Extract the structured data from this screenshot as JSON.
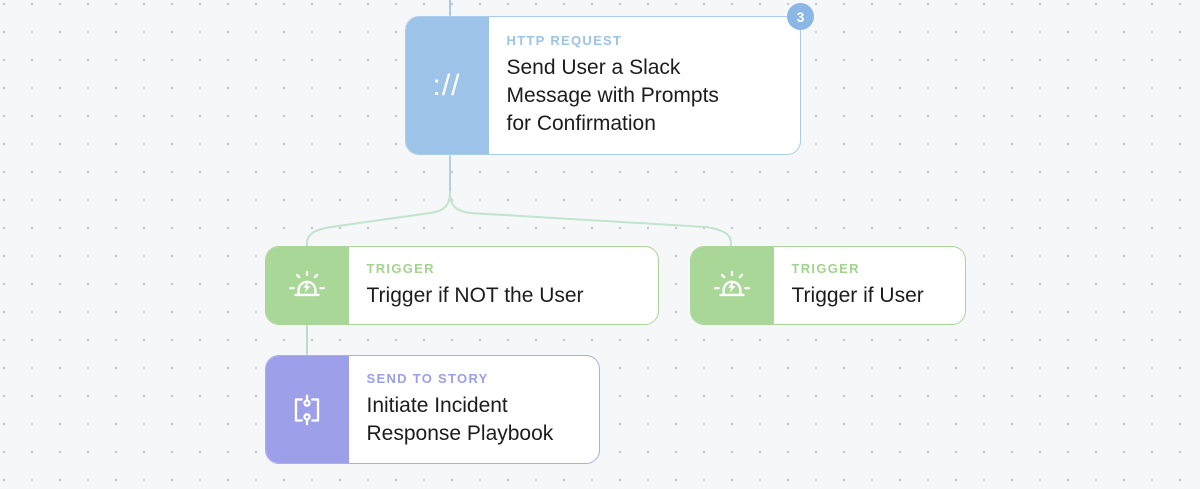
{
  "canvas": {
    "background": "#f6f7f8",
    "dot_color": "#c8cbd0",
    "title_text_color": "#1c1c1e"
  },
  "badge": {
    "value": "3",
    "background": "#8ab7e5",
    "text_color": "#ffffff"
  },
  "connectors": {
    "incoming_line_color": "#a6c9ea",
    "output_stub_color": "#aed0ea",
    "fork_color": "#c2e4cf",
    "trigger_to_story_color": "#b8dfc5"
  },
  "nodes": {
    "http_request": {
      "type_label": "HTTP REQUEST",
      "title_lines": [
        "Send User a Slack",
        "Message with Prompts",
        "for Confirmation"
      ],
      "icon": "http-request-icon",
      "icon_glyph": "://",
      "accent": "#9dc3e8",
      "border": "#a9cbec",
      "label_color": "#9cc3e8"
    },
    "trigger_not_user": {
      "type_label": "TRIGGER",
      "title_lines": [
        "Trigger if NOT the User"
      ],
      "icon": "siren-icon",
      "accent": "#a9d797",
      "border": "#a9d698",
      "label_color": "#a2d48e"
    },
    "trigger_user": {
      "type_label": "TRIGGER",
      "title_lines": [
        "Trigger if User"
      ],
      "icon": "siren-icon",
      "accent": "#a9d797",
      "border": "#a9d698",
      "label_color": "#a2d48e"
    },
    "send_to_story": {
      "type_label": "SEND TO STORY",
      "title_lines": [
        "Initiate Incident",
        "Response Playbook"
      ],
      "icon": "send-to-story-icon",
      "accent": "#9da0e8",
      "border": "#abadee",
      "label_color": "#9a9fe8"
    }
  }
}
